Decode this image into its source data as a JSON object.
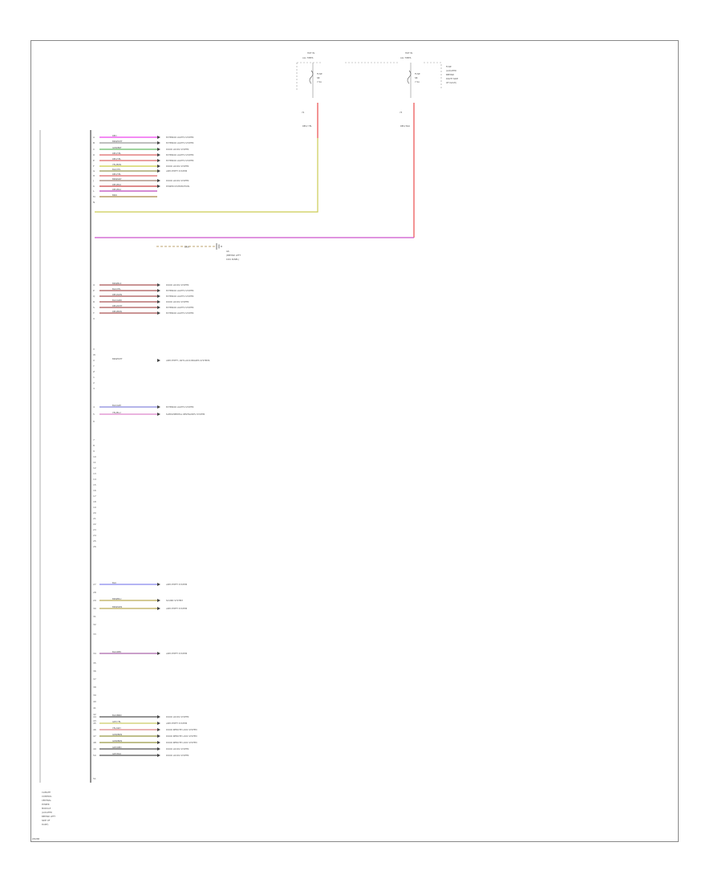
{
  "diagram": {
    "fuse_left": {
      "header": "HOT IN",
      "header2": "ALL TIMES",
      "fuse": "FUSE",
      "id": "SB",
      "amps": "7.5A",
      "wire_num": "72",
      "wire_color": "RED/ YEL"
    },
    "fuse_right": {
      "header": "HOT IN",
      "header2": "ALL TIMES",
      "fuse": "FUSE",
      "id": "SB",
      "amps": "7.5A",
      "wire_num": "73",
      "wire_color": "RED/ BLK"
    },
    "fuse_box_label": [
      "FUSE",
      "(LOCATED",
      "BEHIND",
      "RIGHT SIDE",
      "OF DASH)"
    ],
    "module_label": [
      "CLIMATE",
      "CONTROL",
      "CENTRAL",
      "POWER",
      "MODULE",
      "(LOCATED",
      "BEHIND LEFT",
      "SIDE OF",
      "DASH)"
    ],
    "ground": {
      "wire": "BRN",
      "lines": [
        "G6",
        "(BEHIND LEFT",
        "KICK PANEL)"
      ]
    },
    "footer_code": "W0288",
    "rows": [
      {
        "pin": "A",
        "color": "RED",
        "dest": "EXTERIOR LIGHTS SYSTEM",
        "wire": "#ee44ee"
      },
      {
        "pin": "B",
        "color": "BRN/WHT",
        "dest": "EXTERIOR LIGHTS SYSTEM",
        "wire": "#999999"
      },
      {
        "pin": "C",
        "color": "GRN/BRT",
        "dest": "DOOR LOCKS SYSTEM",
        "wire": "#66bb66"
      },
      {
        "pin": "D",
        "color": "RED/YEL",
        "dest": "EXTERIOR LIGHTS SYSTEM",
        "wire": "#dd6666"
      },
      {
        "pin": "E",
        "color": "RED/YEL",
        "dest": "EXTERIOR LIGHTS SYSTEM",
        "wire": "#dd6666"
      },
      {
        "pin": "F",
        "color": "YEL/BRN",
        "dest": "DOOR LOCKS SYSTEM",
        "wire": "#cccc44"
      },
      {
        "pin": "G",
        "color": "BLK/YEL",
        "dest": "ANTI-THEFT SYSTEM",
        "wire": "#999955"
      },
      {
        "pin": "H",
        "color": "RED/YEL",
        "dest": "",
        "wire": "#dd6666"
      },
      {
        "pin": "J",
        "color": "BRN/GRY",
        "dest": "DOOR LOCKS SYSTEM",
        "wire": "#a08070"
      },
      {
        "pin": "K",
        "color": "RED/BLK",
        "dest": "POWER DISTRIBUTION",
        "wire": "#cc4444"
      },
      {
        "pin": "L",
        "color": "RED/BLU",
        "dest": "",
        "wire": "#bb44bb"
      },
      {
        "pin": "M",
        "color": "BRN",
        "dest": "",
        "wire": "#aa8844"
      },
      {
        "pin": "N",
        "color": "",
        "dest": "",
        "wire": ""
      },
      {
        "pin": "O",
        "color": "BRN/BLK",
        "dest": "DOOR LOCKS SYSTEM",
        "wire": "#aa5555"
      },
      {
        "pin": "P",
        "color": "BLU/YEL",
        "dest": "EXTERIOR LIGHTS SYSTEM",
        "wire": "#aa5555"
      },
      {
        "pin": "Q",
        "color": "RED/GRN",
        "dest": "EXTERIOR LIGHTS SYSTEM",
        "wire": "#aa5555"
      },
      {
        "pin": "R",
        "color": "BLU/GRN",
        "dest": "DOOR LOCKS SYSTEM",
        "wire": "#aa5555"
      },
      {
        "pin": "S",
        "color": "RED/WHT",
        "dest": "EXTERIOR LIGHTS SYSTEM",
        "wire": "#aa5555"
      },
      {
        "pin": "T",
        "color": "RED/BRN",
        "dest": "EXTERIOR LIGHTS SYSTEM",
        "wire": "#aa5555"
      },
      {
        "pin": "U",
        "color": "",
        "dest": "",
        "wire": ""
      },
      {
        "pin": "V",
        "color": "",
        "dest": "",
        "wire": ""
      },
      {
        "pin": "W",
        "color": "",
        "dest": "",
        "wire": ""
      },
      {
        "pin": "X",
        "color": "BRN/WHT",
        "dest": "ANTI-THEFT, ANTI-LOCK BRAKES SYSTEMS",
        "wire": ""
      },
      {
        "pin": "Y",
        "color": "",
        "dest": "",
        "wire": ""
      },
      {
        "pin": "Z",
        "color": "",
        "dest": "",
        "wire": ""
      },
      {
        "pin": "1",
        "color": "",
        "dest": "",
        "wire": ""
      },
      {
        "pin": "2",
        "color": "",
        "dest": "",
        "wire": ""
      },
      {
        "pin": "3",
        "color": "",
        "dest": "",
        "wire": ""
      },
      {
        "pin": "4",
        "color": "BLU/GRY",
        "dest": "EXTERIOR LIGHTS SYSTEM",
        "wire": "#8888dd"
      },
      {
        "pin": "5",
        "color": "YEL/BLU",
        "dest": "SUPPLEMENTAL RESTRAINTS SYSTEM",
        "wire": "#dd88cc"
      },
      {
        "pin": "6",
        "color": "",
        "dest": "",
        "wire": ""
      },
      {
        "pin": "7",
        "color": "",
        "dest": "",
        "wire": ""
      },
      {
        "pin": "8",
        "color": "",
        "dest": "",
        "wire": ""
      },
      {
        "pin": "9",
        "color": "",
        "dest": "",
        "wire": ""
      },
      {
        "pin": "10",
        "color": "",
        "dest": "",
        "wire": ""
      },
      {
        "pin": "11",
        "color": "",
        "dest": "",
        "wire": ""
      },
      {
        "pin": "12",
        "color": "",
        "dest": "",
        "wire": ""
      },
      {
        "pin": "13",
        "color": "",
        "dest": "",
        "wire": ""
      },
      {
        "pin": "14",
        "color": "",
        "dest": "",
        "wire": ""
      },
      {
        "pin": "15",
        "color": "",
        "dest": "",
        "wire": ""
      },
      {
        "pin": "16",
        "color": "",
        "dest": "",
        "wire": ""
      },
      {
        "pin": "17",
        "color": "",
        "dest": "",
        "wire": ""
      },
      {
        "pin": "18",
        "color": "",
        "dest": "",
        "wire": ""
      },
      {
        "pin": "19",
        "color": "",
        "dest": "",
        "wire": ""
      },
      {
        "pin": "20",
        "color": "",
        "dest": "",
        "wire": ""
      },
      {
        "pin": "21",
        "color": "",
        "dest": "",
        "wire": ""
      },
      {
        "pin": "22",
        "color": "",
        "dest": "",
        "wire": ""
      },
      {
        "pin": "23",
        "color": "",
        "dest": "",
        "wire": ""
      },
      {
        "pin": "24",
        "color": "",
        "dest": "",
        "wire": ""
      },
      {
        "pin": "25",
        "color": "",
        "dest": "",
        "wire": ""
      },
      {
        "pin": "26",
        "color": "",
        "dest": "",
        "wire": ""
      },
      {
        "pin": "27",
        "color": "BLU",
        "dest": "ANTI-THEFT SYSTEM",
        "wire": "#8888ee"
      },
      {
        "pin": "28",
        "color": "",
        "dest": "",
        "wire": ""
      },
      {
        "pin": "29",
        "color": "BRN/BLU",
        "dest": "SOUND SYSTEM",
        "wire": "#bbaa55"
      },
      {
        "pin": "30",
        "color": "BRN/GRN",
        "dest": "ANTI-THEFT SYSTEM",
        "wire": "#bbaa55"
      },
      {
        "pin": "31",
        "color": "",
        "dest": "",
        "wire": ""
      },
      {
        "pin": "32",
        "color": "",
        "dest": "",
        "wire": ""
      },
      {
        "pin": "33",
        "color": "",
        "dest": "",
        "wire": ""
      },
      {
        "pin": "34",
        "color": "BLU/RED",
        "dest": "ANTI-THEFT SYSTEM",
        "wire": "#aa66aa"
      },
      {
        "pin": "35",
        "color": "",
        "dest": "",
        "wire": ""
      },
      {
        "pin": "36",
        "color": "",
        "dest": "",
        "wire": ""
      },
      {
        "pin": "37",
        "color": "",
        "dest": "",
        "wire": ""
      },
      {
        "pin": "38",
        "color": "",
        "dest": "",
        "wire": ""
      },
      {
        "pin": "39",
        "color": "",
        "dest": "",
        "wire": ""
      },
      {
        "pin": "40",
        "color": "",
        "dest": "",
        "wire": ""
      },
      {
        "pin": "41",
        "color": "",
        "dest": "",
        "wire": ""
      },
      {
        "pin": "42",
        "color": "",
        "dest": "",
        "wire": ""
      },
      {
        "pin": "43",
        "color": "",
        "dest": "",
        "wire": ""
      },
      {
        "pin": "44",
        "color": "BLU/BRN",
        "dest": "DOOR LOCKS SYSTEM",
        "wire": "#555555"
      },
      {
        "pin": "45",
        "color": "GRY/YEL",
        "dest": "ANTI-THEFT SYSTEM",
        "wire": "#cccc66"
      },
      {
        "pin": "46",
        "color": "YEL/GRY",
        "dest": "DOOR REMOTE LOCK SYSTEM",
        "wire": "#dd8888"
      },
      {
        "pin": "47",
        "color": "GRN/BRN",
        "dest": "DOOR REMOTE LOCK SYSTEM",
        "wire": "#999944"
      },
      {
        "pin": "48",
        "color": "GRN/BRN",
        "dest": "DOOR REMOTE LOCK SYSTEM",
        "wire": "#999944"
      },
      {
        "pin": "49",
        "color": "GRY/RED",
        "dest": "DOOR LOCKS SYSTEM",
        "wire": "#555555"
      },
      {
        "pin": "50",
        "color": "GRY/BLK",
        "dest": "DOOR LOCKS SYSTEM",
        "wire": "#555555"
      },
      {
        "pin": "51",
        "color": "",
        "dest": "",
        "wire": ""
      }
    ]
  }
}
